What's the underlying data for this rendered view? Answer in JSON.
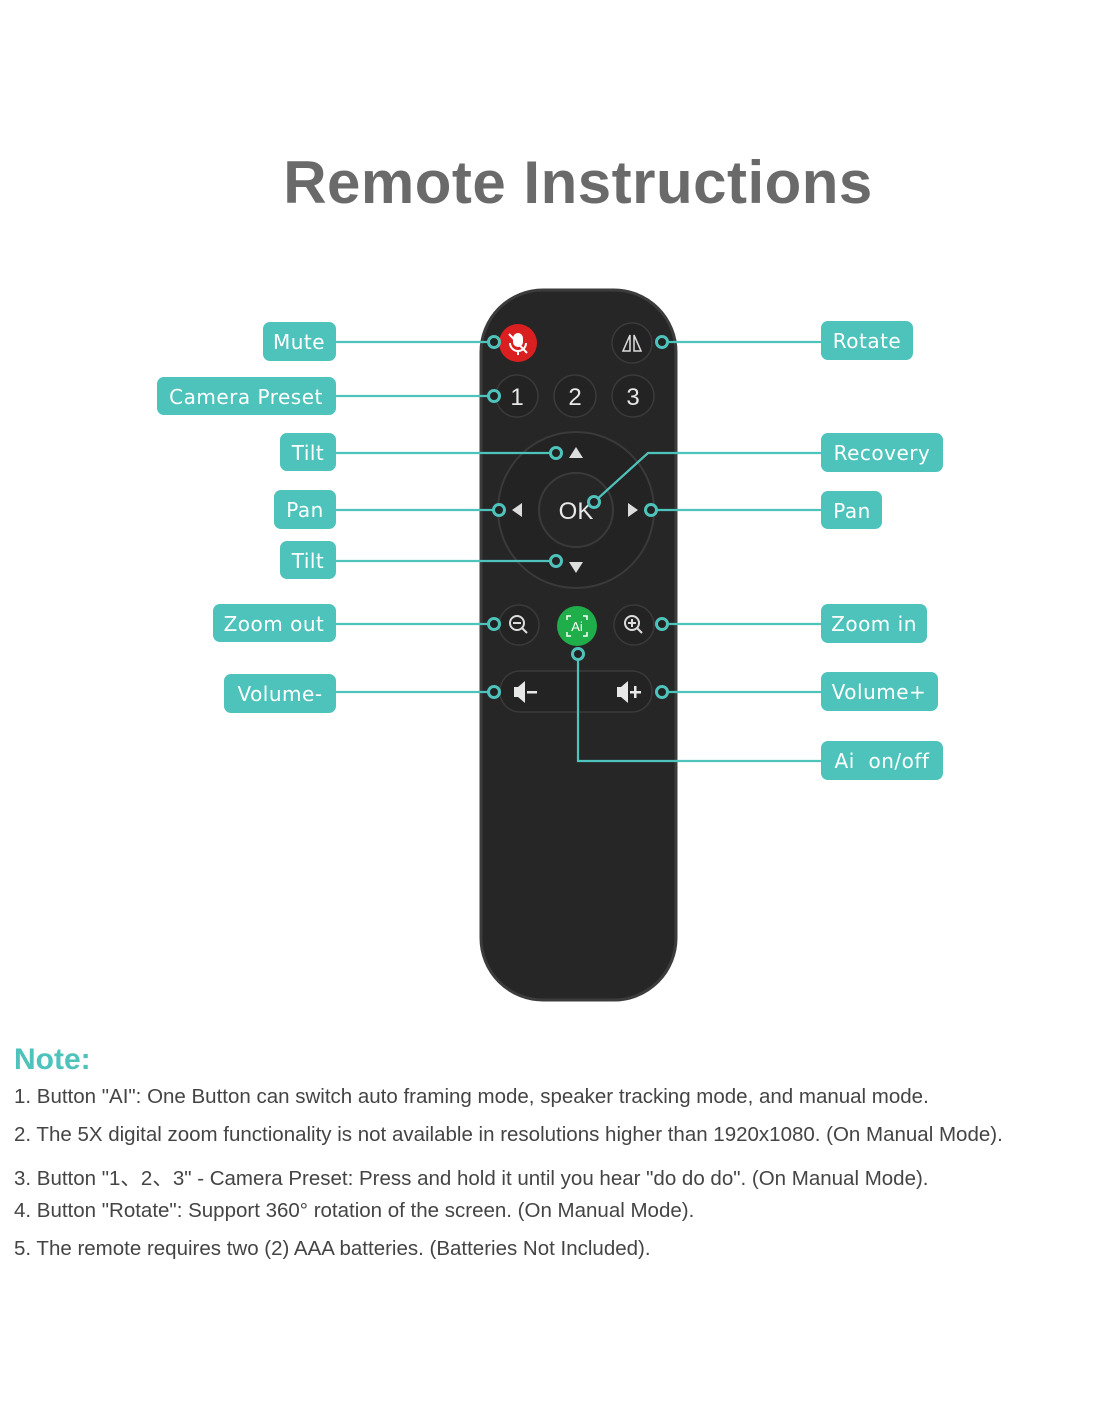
{
  "title": "Remote Instructions",
  "colors": {
    "accent": "#4ec3bb",
    "mute": "#d91f1f",
    "ai": "#1fae4a",
    "remote": "#262626"
  },
  "remote": {
    "buttons": {
      "one": "1",
      "two": "2",
      "three": "3",
      "ok": "OK",
      "ai": "Ai"
    }
  },
  "labels": {
    "mute": "Mute",
    "camera_preset": "Camera Preset",
    "tilt_up": "Tilt",
    "pan_left": "Pan",
    "tilt_down": "Tilt",
    "zoom_out": "Zoom out",
    "volume_down": "Volume-",
    "rotate": "Rotate",
    "recovery": "Recovery",
    "pan_right": "Pan",
    "zoom_in": "Zoom in",
    "volume_up": "Volume+",
    "ai_toggle": "Ai  on/off"
  },
  "note": {
    "heading": "Note:",
    "items": [
      "1. Button \"AI\": One Button can switch auto framing mode, speaker tracking mode, and manual mode.",
      "2. The 5X digital zoom functionality is not available in resolutions higher than 1920x1080. (On Manual Mode).",
      "3. Button \"1、2、3\" - Camera Preset: Press and hold it until you hear \"do do do\". (On Manual Mode).",
      "4. Button \"Rotate\": Support 360° rotation of the screen. (On Manual Mode).",
      "5. The remote requires two (2) AAA batteries. (Batteries Not Included)."
    ]
  }
}
